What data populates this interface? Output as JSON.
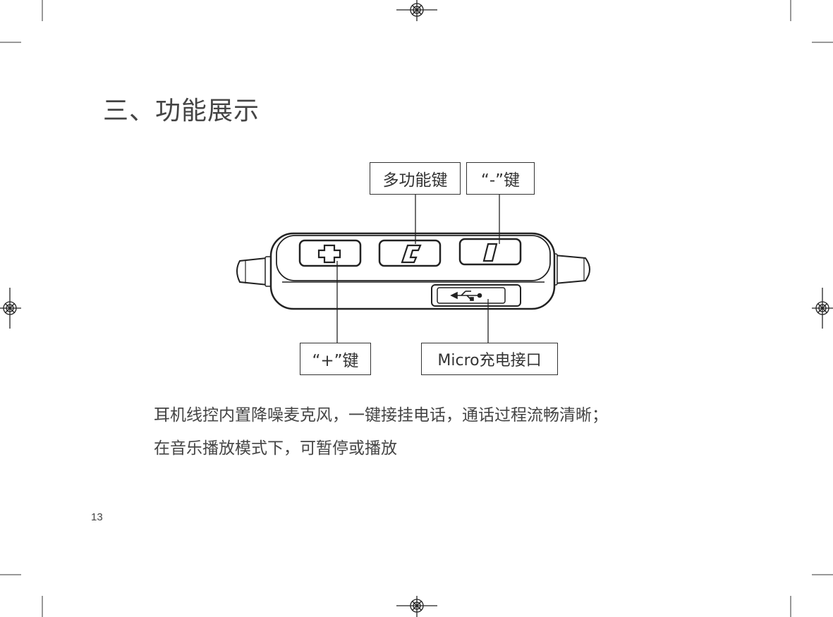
{
  "heading": "三、功能展示",
  "callouts": {
    "multi_function": "多功能键",
    "minus_key": "“-”键",
    "plus_key": "“+”键",
    "micro_port": "Micro充电接口"
  },
  "buttons": {
    "plus_glyph": "+",
    "c_glyph": "C",
    "minus_glyph": "I"
  },
  "description": {
    "line1": "耳机线控内置降噪麦克风，一键接挂电话，通话过程流畅清晰；",
    "line2": "在音乐播放模式下，可暂停或播放"
  },
  "page_number": "13"
}
